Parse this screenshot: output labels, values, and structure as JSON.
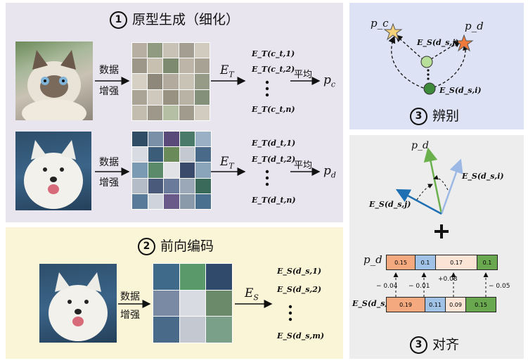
{
  "panel1": {
    "title": "原型生成（细化）",
    "num": "1",
    "augment_label_1": "数据",
    "augment_label_2": "增强",
    "encoder": "E",
    "encoder_sub": "T",
    "cat_rows": [
      "E_T(c_t,1)",
      "E_T(c_t,2)",
      "E_T(c_t,n)"
    ],
    "dog_rows": [
      "E_T(d_t,1)",
      "E_T(d_t,2)",
      "E_T(d_t,n)"
    ],
    "avg": "平均",
    "p_cat": "p",
    "p_cat_sub": "c",
    "p_dog": "p",
    "p_dog_sub": "d"
  },
  "panel2": {
    "title": "前向编码",
    "num": "2",
    "augment_label_1": "数据",
    "augment_label_2": "增强",
    "encoder": "E",
    "encoder_sub": "S",
    "rows": [
      "E_S(d_s,1)",
      "E_S(d_s,2)",
      "E_S(d_s,m)"
    ]
  },
  "panel3": {
    "title": "辨别",
    "num": "3",
    "p_c": "p_c",
    "p_d": "p_d",
    "e_sj": "E_S(d_s,j)",
    "e_si": "E_S(d_s,i)"
  },
  "panel4": {
    "title": "对齐",
    "num": "3",
    "p_d": "p_d",
    "e_si_vec": "E_S(d_s,i)",
    "e_sj_vec": "E_S(d_s,j)",
    "plus": "+",
    "row_pd_label": "p_d",
    "row_es_label": "E_S(d_s,i)",
    "pd_values": [
      "0.15",
      "0.1",
      "0.17",
      "0.1"
    ],
    "es_values": [
      "0.19",
      "0.11",
      "0.09",
      "0.15"
    ],
    "deltas": [
      "− 0.04",
      "− 0.01",
      "+0.08",
      "− 0.05"
    ]
  },
  "colors": {
    "orange": "#f4a97e",
    "blue": "#9fc2e6",
    "pink": "#fbe3d5",
    "green": "#6aa84f",
    "vec_green": "#6ab04c",
    "vec_blue": "#1f6fb3",
    "vec_lightblue": "#9cb8e4"
  }
}
